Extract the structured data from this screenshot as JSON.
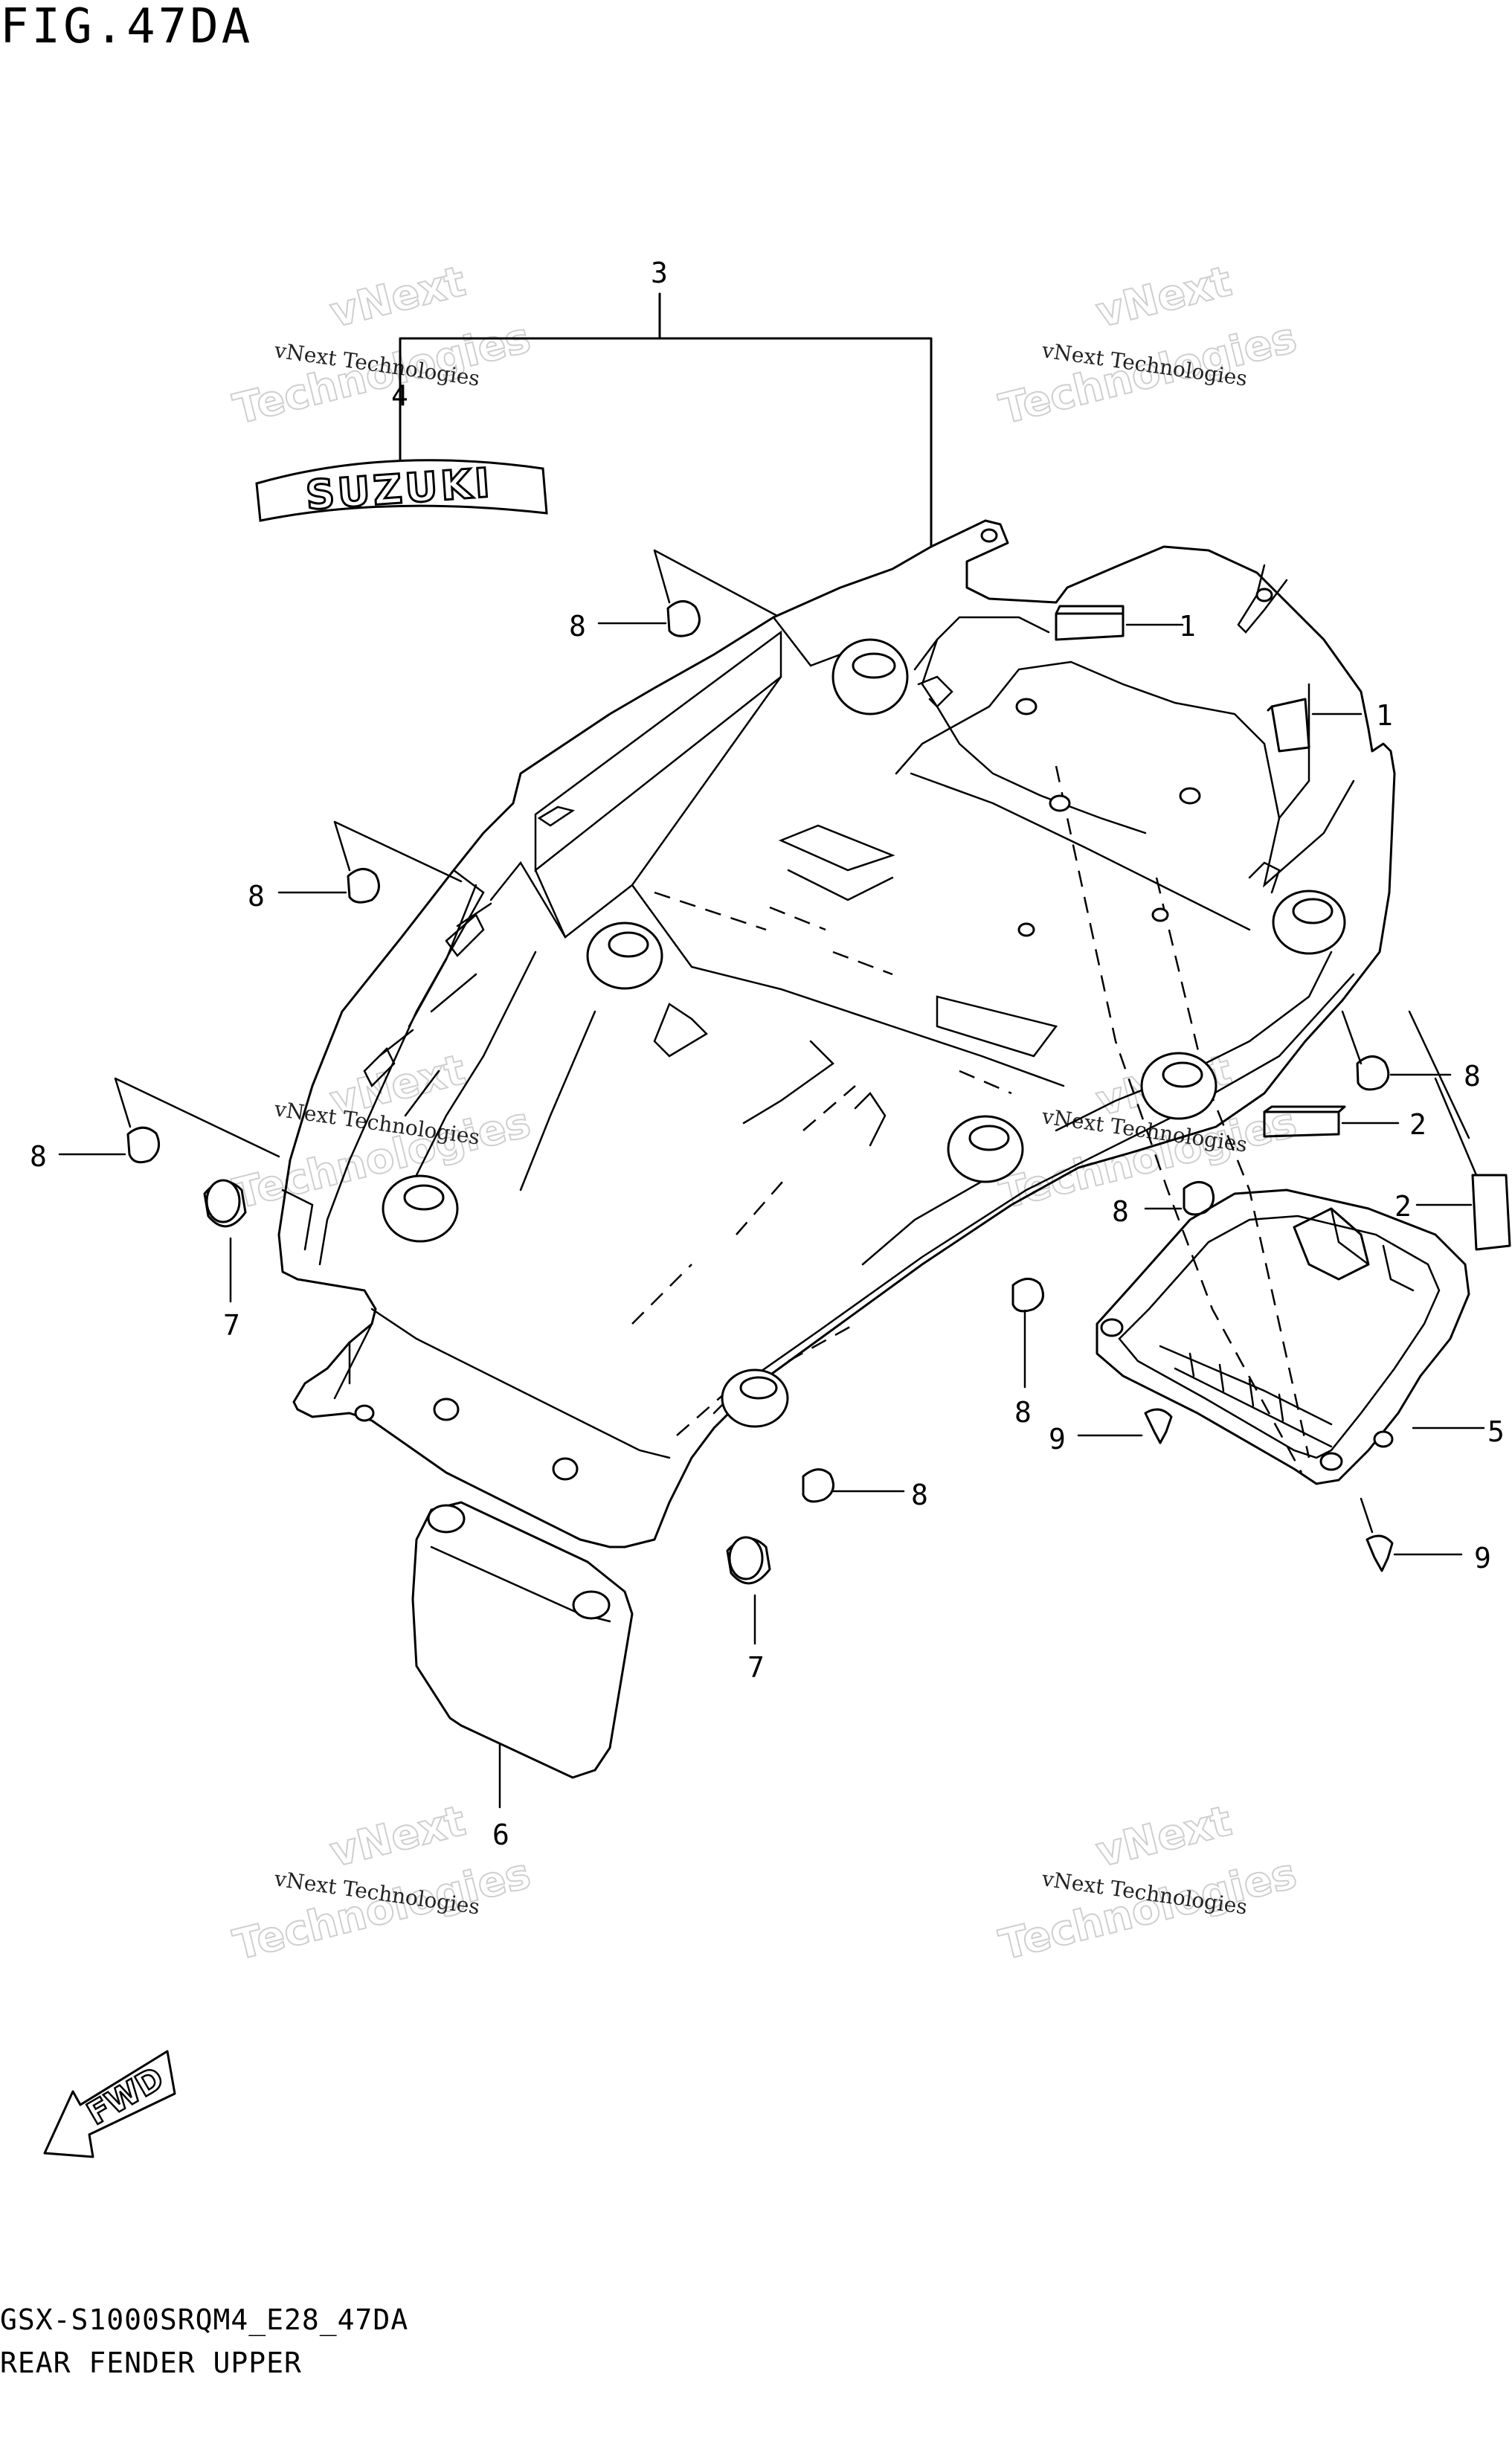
{
  "figure": {
    "title": "FIG.47DA",
    "model_code": "GSX-S1000SRQM4_E28_47DA",
    "section_name": "REAR FENDER UPPER"
  },
  "brand_emblem": {
    "text": "SUZUKI"
  },
  "direction_marker": {
    "text": "FWD",
    "icon": "fwd-arrow-icon"
  },
  "watermark": {
    "small_text": "vNext Technologies",
    "large_text": "Technologies",
    "large_top_text": "vNext"
  },
  "callouts": [
    "3",
    "4",
    "1",
    "1",
    "8",
    "8",
    "8",
    "8",
    "8",
    "8",
    "8",
    "2",
    "2",
    "7",
    "7",
    "9",
    "9",
    "5",
    "6"
  ]
}
